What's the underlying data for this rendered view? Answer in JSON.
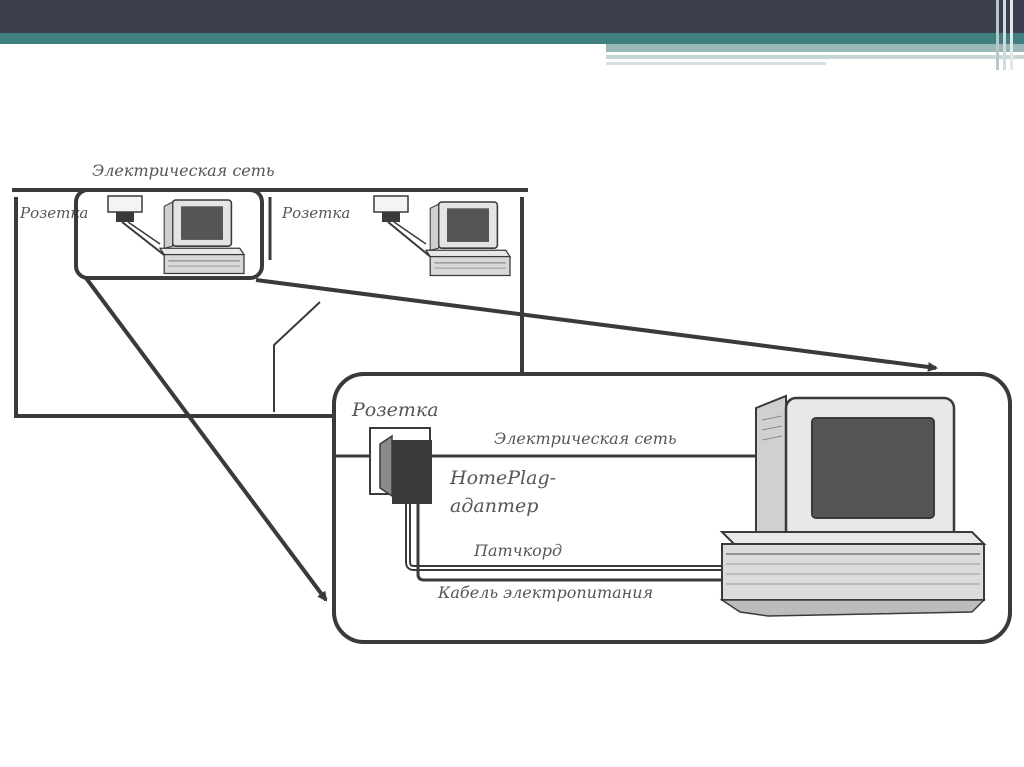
{
  "colors": {
    "header_dark": "#3d3f4e",
    "header_teal": "#3f7f7f",
    "stroke": "#3a3a3a",
    "label": "#555555",
    "monitor_screen": "#555555",
    "device_fill": "#d8d8d8"
  },
  "labels": {
    "electrical_network_top": "Электрическая сеть",
    "outlet_left": "Розетка",
    "outlet_right": "Розетка",
    "outlet_detail": "Розетка",
    "electrical_network_detail": "Электрическая сеть",
    "adapter_line1": "HomePlag-",
    "adapter_line2": "адаптер",
    "patch_cord": "Патчкорд",
    "power_cable": "Кабель электропитания"
  },
  "icons": {
    "computer": "computer-icon",
    "outlet": "power-outlet-icon",
    "adapter": "homeplug-adapter-icon"
  }
}
